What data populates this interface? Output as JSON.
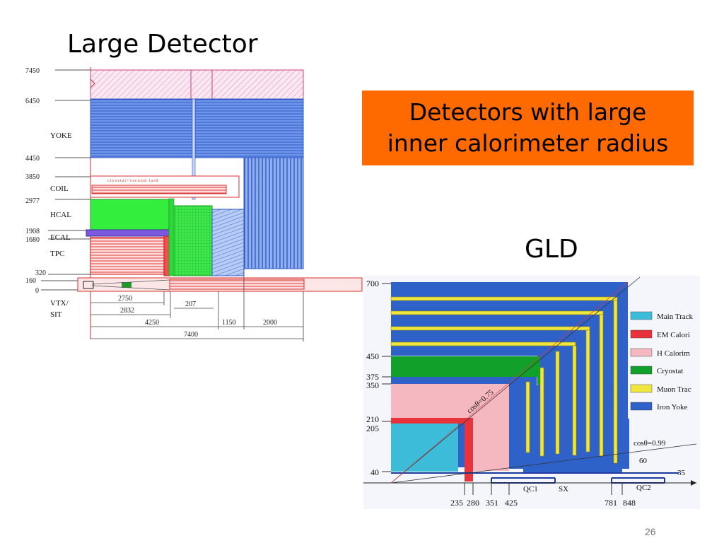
{
  "slide": {
    "title_left": "Large Detector",
    "title_right": "GLD",
    "callout_line1": "Detectors with large",
    "callout_line2": "inner calorimeter radius",
    "callout_color": "#ff6a00",
    "slide_number": "26"
  },
  "ld": {
    "r_labels": [
      "7450",
      "6450",
      "4450",
      "3850",
      "2977",
      "1908",
      "1680",
      "320",
      "160",
      "0"
    ],
    "sub_labels": [
      "YOKE",
      "COIL",
      "HCAL",
      "ECAL",
      "TPC",
      "VTX/",
      "SIT"
    ],
    "cryostat_text": "cryostat+vacuum tank",
    "z_dims": [
      "2750",
      "207",
      "2832",
      "4250",
      "1150",
      "2000",
      "7400"
    ]
  },
  "gld": {
    "r_ticks": [
      "700",
      "450",
      "375",
      "350",
      "210",
      "205",
      "40"
    ],
    "z_ticks": [
      "235",
      "280",
      "351",
      "425",
      "781",
      "848"
    ],
    "annotations": [
      "cosθ=0.75",
      "cosθ=0.99",
      "60",
      "35",
      "QC1",
      "SX",
      "QC2"
    ],
    "legend": [
      {
        "label": "Main Track",
        "color": "#3cbcd8"
      },
      {
        "label": "EM Calori",
        "color": "#e8323c"
      },
      {
        "label": "H Calorim",
        "color": "#f5b8c0"
      },
      {
        "label": "Cryostat",
        "color": "#11a02a"
      },
      {
        "label": "Muon Trac",
        "color": "#f0e640"
      },
      {
        "label": "Iron Yoke",
        "color": "#2e62c8"
      }
    ]
  }
}
